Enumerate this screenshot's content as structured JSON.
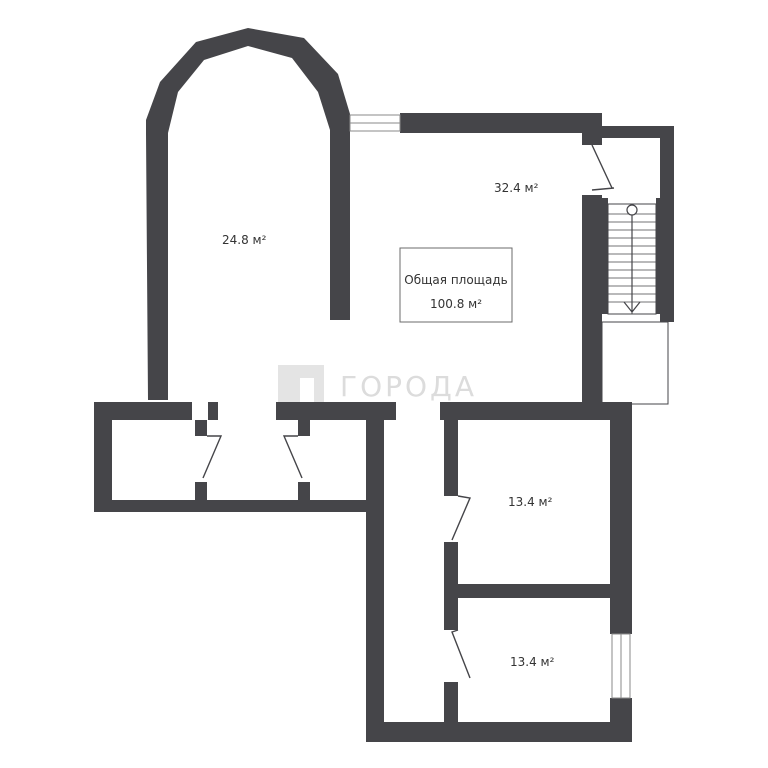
{
  "plan": {
    "total_label": "Общая площадь",
    "total_area": "100.8 м²",
    "rooms": [
      {
        "id": "arched-room",
        "area": "24.8 м²"
      },
      {
        "id": "main-hall",
        "area": "32.4 м²"
      },
      {
        "id": "bedroom-upper",
        "area": "13.4 м²"
      },
      {
        "id": "bedroom-lower",
        "area": "13.4 м²"
      }
    ],
    "watermark": "ГОРОДА"
  },
  "colors": {
    "wall": "#454549",
    "background": "#ffffff",
    "watermark": "#dcdcdc"
  }
}
